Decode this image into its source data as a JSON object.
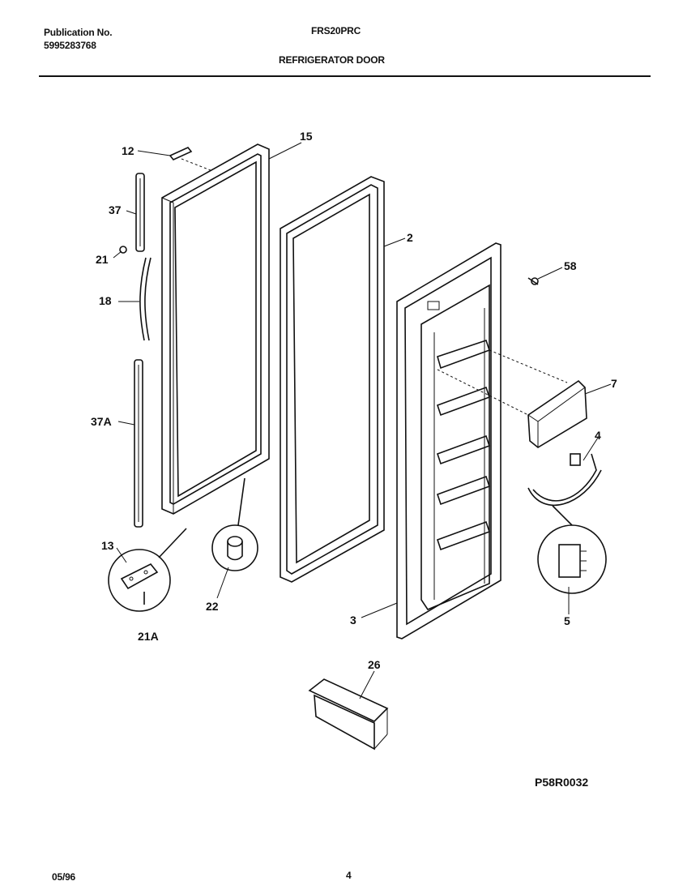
{
  "header": {
    "publication_label": "Publication No.",
    "publication_number": "5995283768",
    "model": "FRS20PRC",
    "section_title": "REFRIGERATOR DOOR"
  },
  "parts": {
    "p12": "12",
    "p15": "15",
    "p37": "37",
    "p21": "21",
    "p18": "18",
    "p37a": "37A",
    "p2": "2",
    "p58": "58",
    "p7": "7",
    "p4": "4",
    "p13": "13",
    "p21a": "21A",
    "p22": "22",
    "p3": "3",
    "p5": "5",
    "p26": "26"
  },
  "footer": {
    "diagram_code": "P58R0032",
    "date": "05/96",
    "page_number": "4"
  }
}
